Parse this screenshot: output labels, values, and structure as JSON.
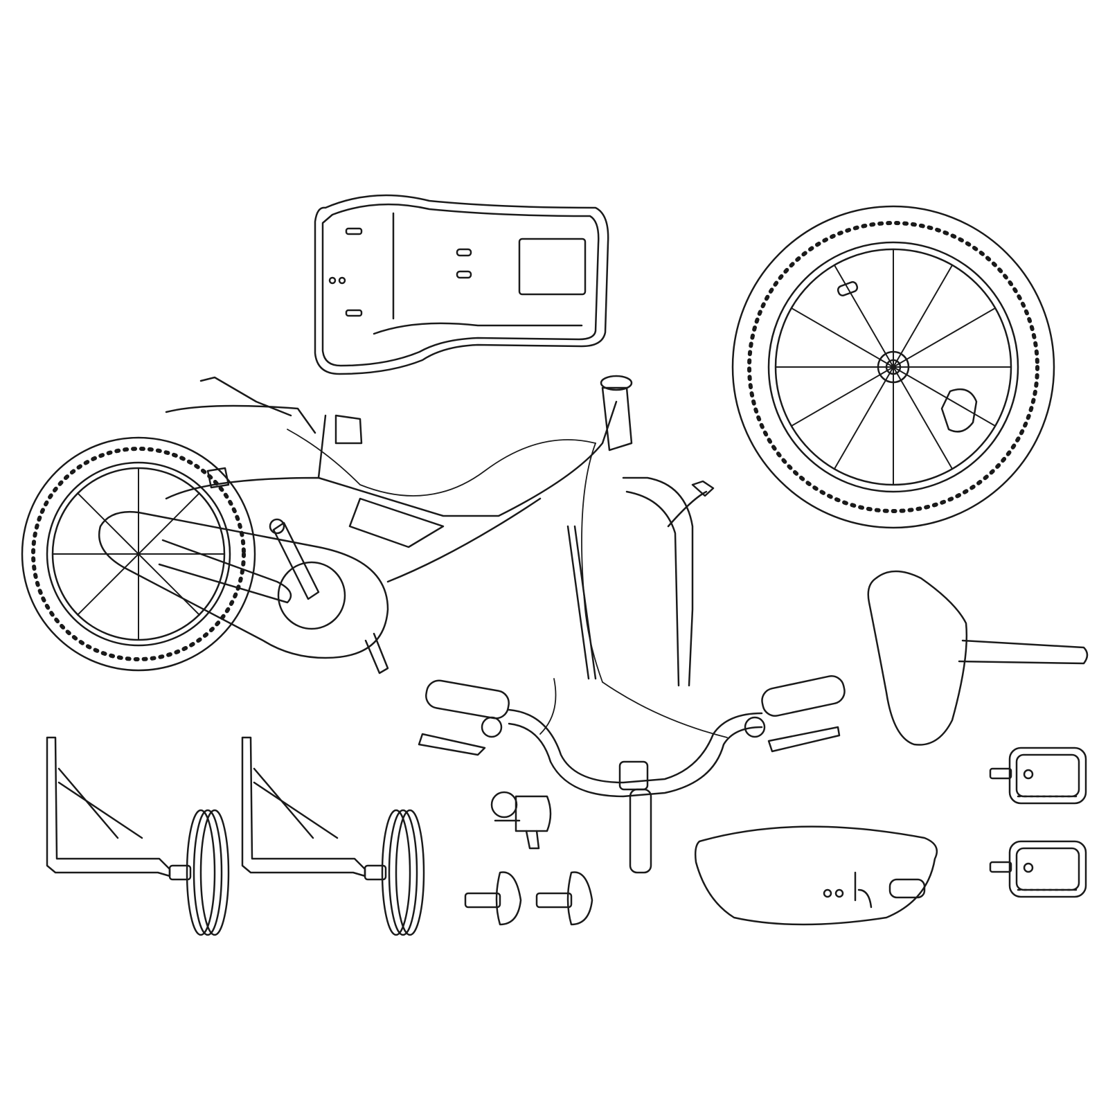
{
  "colors": {
    "background": "#ffffff",
    "line": "#1a1a1a"
  },
  "parts": [
    "chain-guard-cover",
    "front-wheel",
    "bicycle-frame-with-rear-wheel",
    "front-fork",
    "handlebar",
    "saddle",
    "training-wheel-left",
    "training-wheel-right",
    "bell",
    "wing-nut-left",
    "wing-nut-right",
    "front-fender",
    "pedal-top",
    "pedal-bottom"
  ]
}
